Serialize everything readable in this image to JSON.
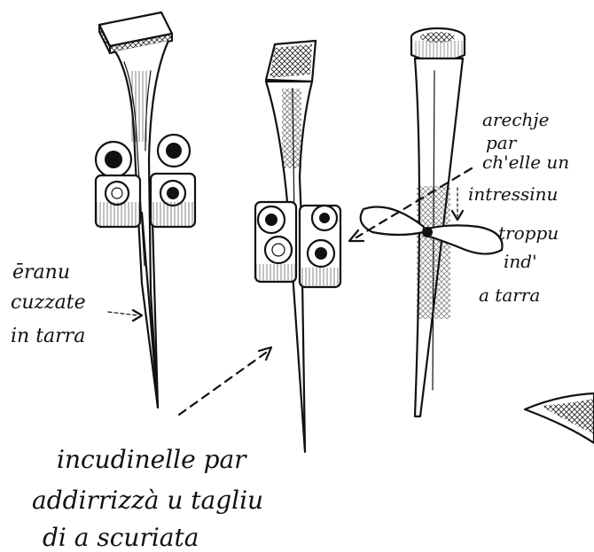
{
  "annotations": {
    "buried_line1": "ēranu",
    "buried_line2": "cuzzate",
    "buried_line3": "in tarra",
    "anvils_line1": "incudinelle par",
    "anvils_line2": "addirrizzà u tagliu",
    "anvils_line3": "di a scuriata",
    "ears_line1": "arechje",
    "ears_line2": "par",
    "ears_line3": "ch'elle un",
    "ears_line4": "intressinu",
    "ears_line5": "troppu",
    "ears_line6": "ind'",
    "ears_line7": "a tarra"
  }
}
